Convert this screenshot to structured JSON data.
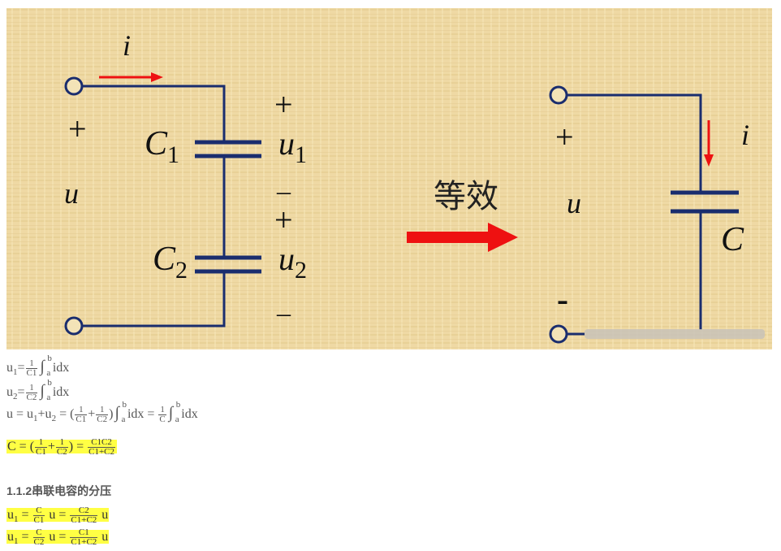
{
  "figure": {
    "left": {
      "current": "i",
      "plus": "+",
      "voltage": "u",
      "c1_label": "C",
      "c1_sub": "1",
      "c2_label": "C",
      "c2_sub": "2",
      "u1_label": "u",
      "u1_sub": "1",
      "u2_label": "u",
      "u2_sub": "2",
      "plus1": "+",
      "minus1": "–",
      "plus2": "+",
      "minus2": "–"
    },
    "equivalent_text": "等效",
    "right": {
      "plus": "+",
      "voltage": "u",
      "minus": "-",
      "current": "i",
      "c_label": "C"
    }
  },
  "formulas": {
    "f1": {
      "lhs": "u",
      "lhs_sub": "1",
      "num": "1",
      "den": "C1",
      "int_upper": "b",
      "int_lower": "a",
      "tail": "idx"
    },
    "f2": {
      "lhs": "u",
      "lhs_sub": "2",
      "num": "1",
      "den": "C2",
      "int_upper": "b",
      "int_lower": "a",
      "tail": "idx"
    },
    "f3": {
      "lhs": "u = u",
      "s1": "1",
      "mid": "+u",
      "s2": "2",
      "eq_open": " = (",
      "n1": "1",
      "d1": "C1",
      "plus": "+",
      "n2": "1",
      "d2": "C2",
      "close": ")",
      "int_upper": "b",
      "int_lower": "a",
      "tail1": "idx =",
      "n3": "1",
      "d3": "C",
      "tail2": "idx"
    },
    "f4": {
      "lhs": "C = (",
      "n1": "1",
      "d1": "C1",
      "plus": "+",
      "n2": "1",
      "d2": "C2",
      "close": ") =",
      "n3": "C1C2",
      "d3": "C1+C2"
    },
    "heading": "1.1.2串联电容的分压",
    "f5": {
      "lhs": "u",
      "sub": "1",
      "eq1": " = ",
      "n1": "C",
      "d1": "C1",
      "mid": " u = ",
      "n2": "C2",
      "d2": "C1+C2",
      "tail": " u"
    },
    "f6": {
      "lhs": "u",
      "sub": "1",
      "eq1": " = ",
      "n1": "C",
      "d1": "C2",
      "mid": " u = ",
      "n2": "C1",
      "d2": "C1+C2",
      "tail": " u"
    }
  },
  "colors": {
    "wire": "#1a2d6e",
    "arrow": "#ee1111",
    "background": "#efd9a4"
  }
}
